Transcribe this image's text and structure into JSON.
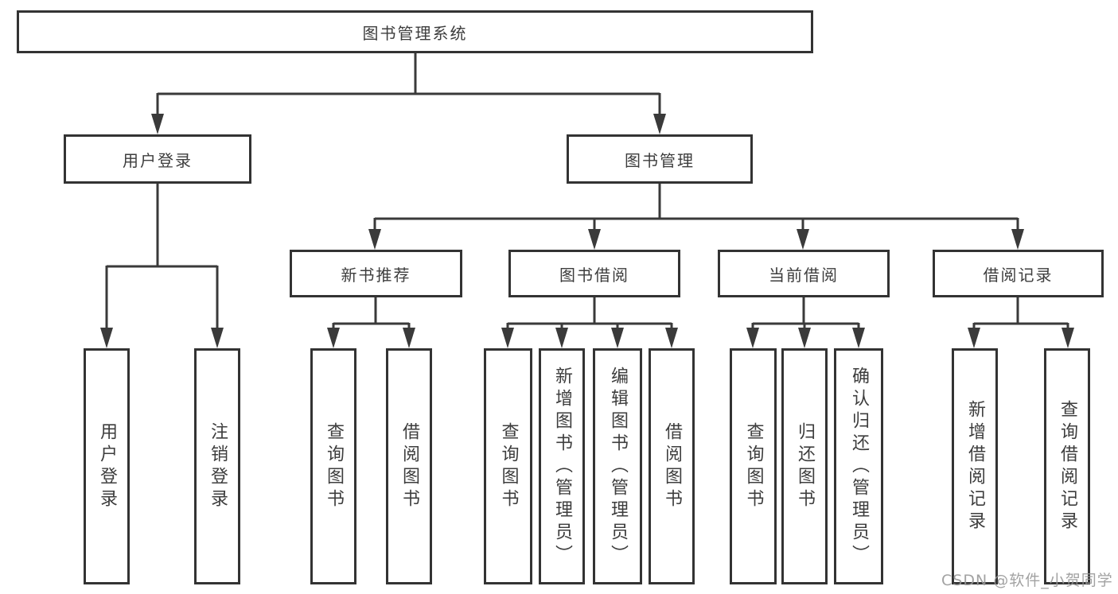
{
  "tree": {
    "root": {
      "label": "图书管理系统"
    },
    "branches": [
      {
        "label": "用户登录",
        "children": [
          {
            "label": "用户登录"
          },
          {
            "label": "注销登录"
          }
        ]
      },
      {
        "label": "图书管理",
        "children": [
          {
            "label": "新书推荐",
            "children": [
              {
                "label": "查询图书"
              },
              {
                "label": "借阅图书"
              }
            ]
          },
          {
            "label": "图书借阅",
            "children": [
              {
                "label": "查询图书"
              },
              {
                "label": "新增图书（管理员）"
              },
              {
                "label": "编辑图书（管理员）"
              },
              {
                "label": "借阅图书"
              }
            ]
          },
          {
            "label": "当前借阅",
            "children": [
              {
                "label": "查询图书"
              },
              {
                "label": "归还图书"
              },
              {
                "label": "确认归还（管理员）"
              }
            ]
          },
          {
            "label": "借阅记录",
            "children": [
              {
                "label": "新增借阅记录"
              },
              {
                "label": "查询借阅记录"
              }
            ]
          }
        ]
      }
    ]
  },
  "watermark": {
    "text": "CSDN @软件_小贺同学"
  },
  "colors": {
    "line": "#3a3a3a",
    "box_border": "#333333",
    "text": "#3d3d3d",
    "watermark": "#989898",
    "background": "#ffffff"
  }
}
